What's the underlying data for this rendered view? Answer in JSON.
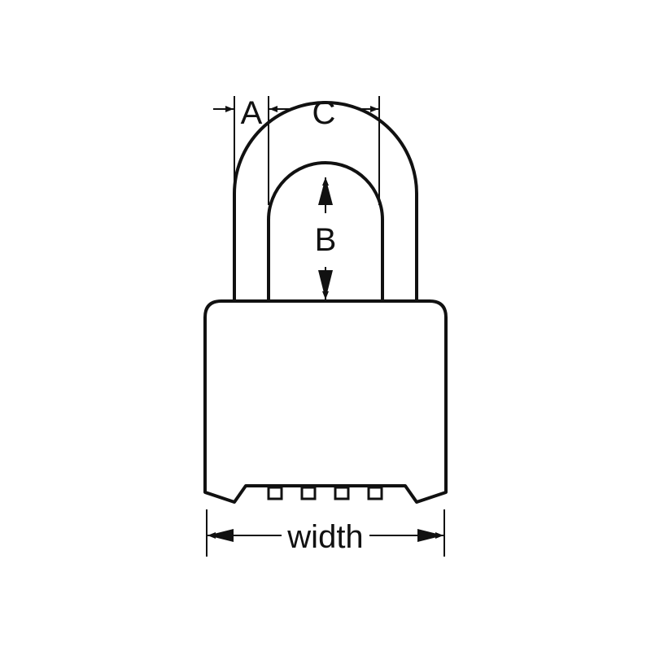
{
  "labels": {
    "a": "A",
    "b": "B",
    "c": "C",
    "width": "width"
  },
  "colors": {
    "stroke": "#111111",
    "background": "#ffffff"
  }
}
